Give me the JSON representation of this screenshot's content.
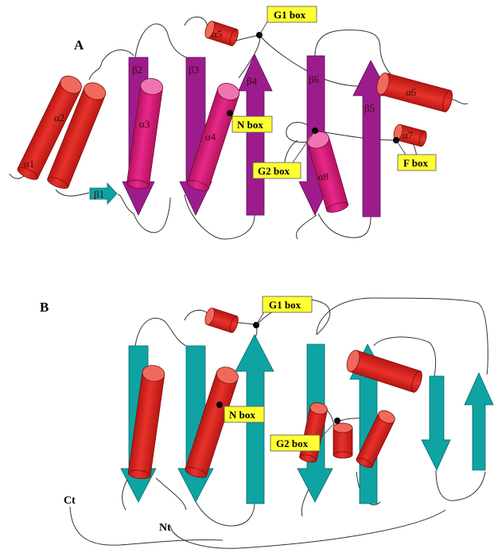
{
  "colors": {
    "helix": "#e0231f",
    "helix_cap": "#ef6a5c",
    "helix_inner": "#e2187a",
    "helix_inner_cap": "#ef74b0",
    "strand_purple": "#9c1c8c",
    "strand_teal": "#0fa3a3",
    "motif_box": "#ffff33",
    "loop": "#333333"
  },
  "panel_a": {
    "letter": "A",
    "helices": {
      "a1": "α1",
      "a2": "α2",
      "a3": "α3",
      "a4": "α4",
      "a5": "α5",
      "a6": "α6",
      "a7": "α7",
      "a8": "α8"
    },
    "strands": {
      "b1": "β1",
      "b2": "β2",
      "b3": "β3",
      "b4": "β4",
      "b5": "β5",
      "b6": "β6"
    },
    "motif_boxes": {
      "g1": "G1 box",
      "n": "N box",
      "g2": "G2 box",
      "f": "F box"
    }
  },
  "panel_b": {
    "letter": "B",
    "motif_boxes": {
      "g1": "G1 box",
      "n": "N box",
      "g2": "G2 box"
    },
    "termini": {
      "c": "Ct",
      "n": "Nt"
    }
  }
}
